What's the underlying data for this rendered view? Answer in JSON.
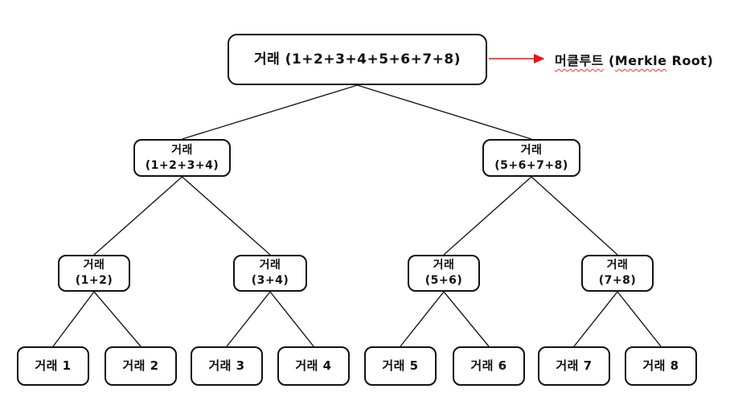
{
  "diagram": {
    "title_hint": "Merkle tree of transactions",
    "colors": {
      "background": "#ffffff",
      "box_border": "#111111",
      "edge_line": "#1a1a1a",
      "arrow_red": "#ee1111",
      "underline_red": "#ff2a2a"
    },
    "root": {
      "label": "거래 (1+2+3+4+5+6+7+8)"
    },
    "level2": [
      {
        "line1": "거래",
        "line2": "(1+2+3+4)"
      },
      {
        "line1": "거래",
        "line2": "(5+6+7+8)"
      }
    ],
    "level3": [
      {
        "line1": "거래",
        "line2": "(1+2)"
      },
      {
        "line1": "거래",
        "line2": "(3+4)"
      },
      {
        "line1": "거래",
        "line2": "(5+6)"
      },
      {
        "line1": "거래",
        "line2": "(7+8)"
      }
    ],
    "leaves": [
      {
        "label": "거래 1"
      },
      {
        "label": "거래 2"
      },
      {
        "label": "거래 3"
      },
      {
        "label": "거래 4"
      },
      {
        "label": "거래 5"
      },
      {
        "label": "거래 6"
      },
      {
        "label": "거래 7"
      },
      {
        "label": "거래 8"
      }
    ],
    "annotation": {
      "korean": "머클루트",
      "mid": " (",
      "english": "Merkle",
      "tail": " Root)"
    }
  }
}
